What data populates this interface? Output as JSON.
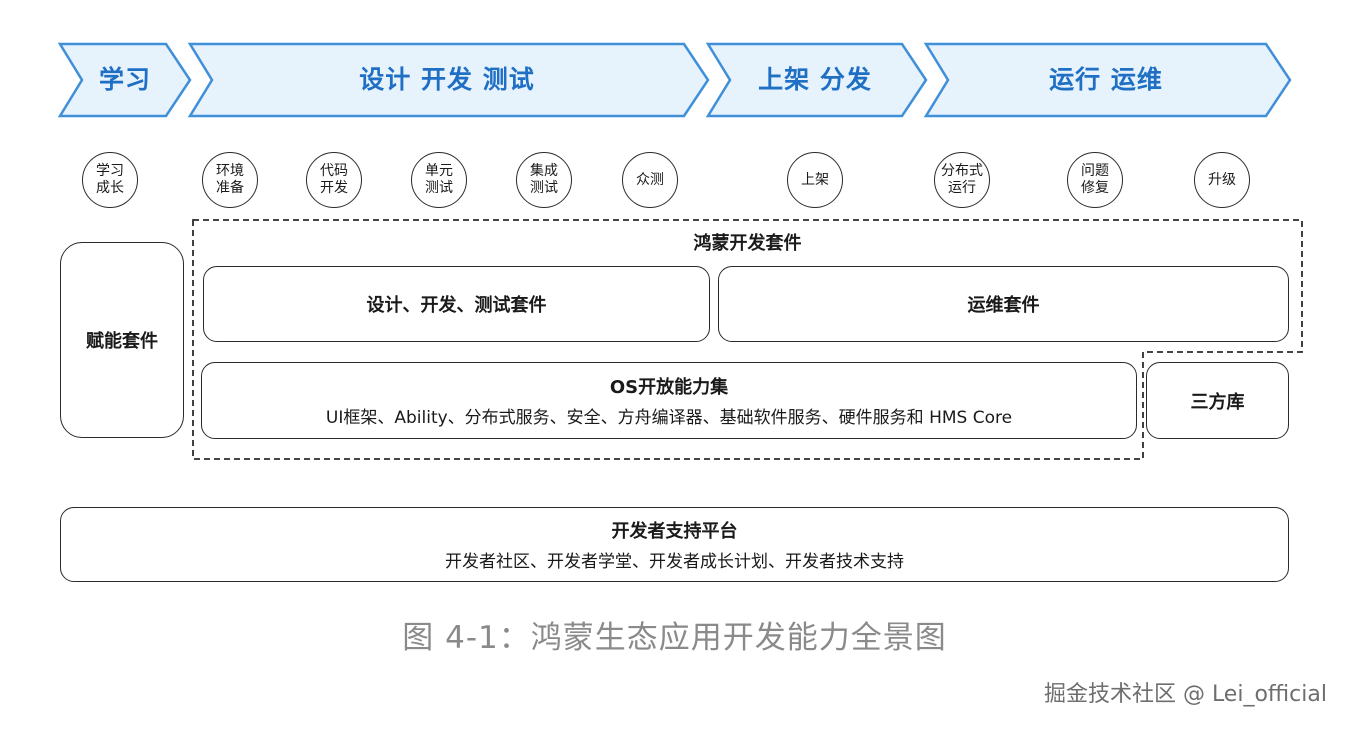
{
  "stages": [
    "学习",
    "设计 开发 测试",
    "上架 分发",
    "运行 运维"
  ],
  "steps": [
    "学习\n成长",
    "环境\n准备",
    "代码\n开发",
    "单元\n测试",
    "集成\n测试",
    "众测",
    "上架",
    "分布式\n运行",
    "问题\n修复",
    "升级"
  ],
  "empowerment_kit": "赋能套件",
  "harmony_kit": {
    "title": "鸿蒙开发套件",
    "design_dev_test_kit": "设计、开发、测试套件",
    "ops_kit": "运维套件",
    "os_capabilities": {
      "title": "OS开放能力集",
      "detail": "UI框架、Ability、分布式服务、安全、方舟编译器、基础软件服务、硬件服务和 HMS Core"
    }
  },
  "third_party_lib": "三方库",
  "developer_platform": {
    "title": "开发者支持平台",
    "detail": "开发者社区、开发者学堂、开发者成长计划、开发者技术支持"
  },
  "caption": "图 4-1：鸿蒙生态应用开发能力全景图",
  "watermark": "掘金技术社区 @ Lei_official",
  "colors": {
    "chevron_fill": "#e6f2fc",
    "chevron_stroke": "#3f8fd9",
    "stage_text": "#1f6fc4"
  }
}
